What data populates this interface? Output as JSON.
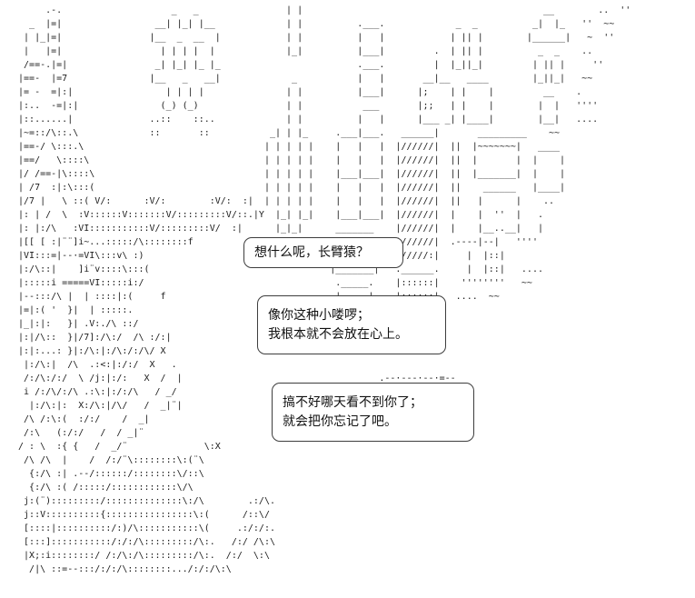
{
  "scene": {
    "background_color": "#ffffff",
    "ink_color": "#1b1b1b",
    "bubble_border_color": "#3d3d3d"
  },
  "dialogue": [
    {
      "lines": [
        "想什么呢，长臂猿？"
      ]
    },
    {
      "lines": [
        "像你这种小喽啰；",
        "我根本就不会放在心上。"
      ]
    },
    {
      "lines": [
        "搞不好哪天看不到你了；",
        "就会把你忘记了吧。"
      ]
    }
  ],
  "ascii_art": {
    "lines": [
      "      .-.                    _   _                | |                                            __        ..  ''",
      "   _  |=|                 __| |_| |__             | |          .___.             _  _          _|  |_   ''  ~~",
      "  | |_|=|                |__  _  __  |            | |          |   |            | || |        |______|   ~  ''",
      "  |   |=|                  | | | |  |             |_|          |___|         .  | || |          _  _    ..",
      "  /==-.|=|                _| |_| |_ |_                         .___.         |  |_||_|         | || |     ''",
      " |==-  |=7               |__   _   __|             _           |   |       __|__   ____        |_||_|   ~~",
      " |= -  =|:|                 | | | |               | |          |___|      |;    | |    |         __    .",
      " |:..  -=|:|               (_) (_)                | |           ___       |;;   | |    |        |  |   ''''",
      " |::......|              ..::    ::..             | |          |   |      |___ _| |____|        |__|   ....",
      " |~=::/\\::.\\             ::       ::           _| | |_     .___|___.   ______|       _________    ~~",
      " |==-/ \\:::.\\                                 | | | | |    |   |   |  |//////|  ||  |~~~~~~~|   ____",
      " |==/   \\::::\\                                | | | | |    |   |   |  |//////|  ||  |       |  |    |",
      " |/ /==-|\\::::\\                               | | | | |    |___|___|  |//////|  ||  |_______|  |    |",
      " | /7  :|:\\:::(                               | | | | |    |   |   |  |//////|  ||    ______   |____|",
      " |/7 |   \\ ::( V/:      :V/:        :V/:  :|  | | | | |    |   |   |  |//////|  ||   |      |    ..",
      " |: | /  \\  :V::::::V:::::::V/:::::::::V/::.|Y  |_| |_|    |___|___|  |//////|  |    |  ''  |   .",
      " |: |:/\\   :VI:::::::::::V/:::::::::V/  :|      |_|_|      _______    |//////|  |    |__..__|   |",
      " |[[ [ :|¨¨]i~...:::::/\\::::::::f               | | |     |:::::::|   |//////|  .----|--|   ''''",
      " |VI:::=|--·=VI\\:::v\\ :)                        |_|_|     |:::::::|   |/////:|     |  |::|",
      " |:/\\::|    ]i¨v::::\\:::(                                 |_______|   .______.     |  |::|   ....",
      " |:::::i =====VI:::::i:/                                   ._____.    |::::::|    ''''''''   ~~",
      " |--:::/\\ |  | ::::|:(     f                               |     |    |::::::|   ....  ~~",
      " |=|:( '  }|  | :::::.                                     |_____|   ''''  ~~",
      " |_|:|:   }| .V:./\\ ::/",
      " |:|/\\::  }|/7]:/\\:/  /\\ :/:|",
      " |:|:...: }|:/\\:|:/\\:/:/\\/ X",
      "  |:/\\:|  /\\  .:<:|:/:/  X   .",
      "  /:/\\:/:/  \\ /j:|:/:   X  /  |                                    .--·---·--·=--",
      "  i /:/\\/:/\\ .:\\:|:/:/\\   / _/                                     |     .. _",
      "   |:/\\:|:  X:/\\:|/\\/   /  _|¨|                                    |   .__..",
      "  /\\ /:\\:(  :/:/    /  _|                                          |   | ~~..",
      "  /:\\   (:/:/   /  / _|¨                                           |   |  ''~~..",
      " / : \\  :{ {   /  _/¨              \\:X",
      "  /\\ /\\  |    /  /:/¨\\::::::::\\:(¨\\",
      "   {:/\\ :| .--/::::::/::::::::\\/::\\",
      "   {:/\\ :( /:::::/::::::::::::\\/\\",
      "  j:(¨):::::::::/::::::::::::::\\:/\\        .:/\\.",
      "  j::V::::::::::{::::::::::::::::\\:(      /::\\/",
      "  [::::|::::::::::/:)/\\:::::::::::\\(     .:/:/:.",
      "  [:::]:::::::::::/:/:/\\:::::::::/\\:.   /:/ /\\:\\",
      "  |X;:i::::::::/ /:/\\:/\\:::::::::/\\:.  /:/  \\:\\",
      "   /|\\ ::=--:::/:/:/\\::::::::.../:/:/\\:\\"
    ]
  }
}
